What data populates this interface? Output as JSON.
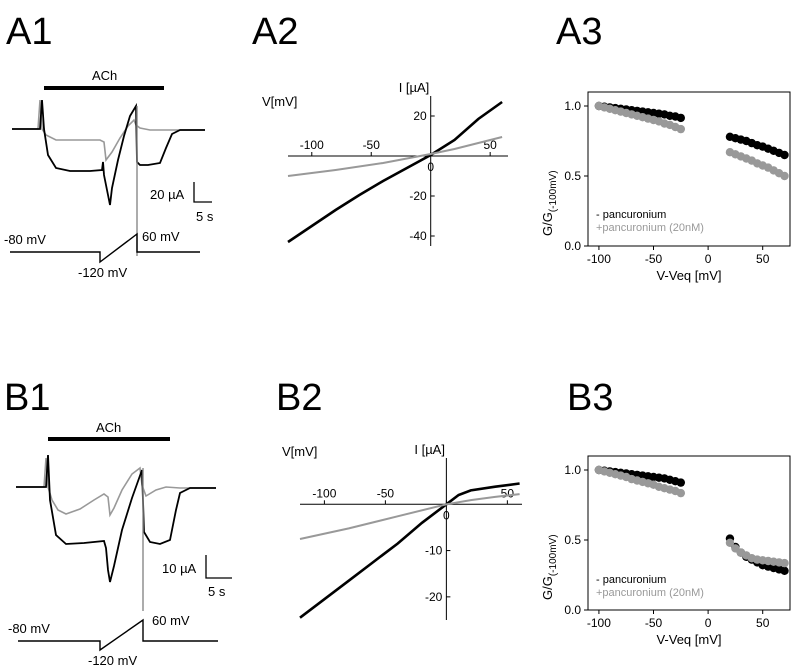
{
  "panels": {
    "A1": "A1",
    "A2": "A2",
    "A3": "A3",
    "B1": "B1",
    "B2": "B2",
    "B3": "B3"
  },
  "traces": {
    "drug_label": "ACh",
    "A": {
      "scale_current": "20 µA",
      "scale_time": "5 s"
    },
    "B": {
      "scale_current": "10 µA",
      "scale_time": "5 s"
    },
    "protocol": {
      "hold": "-80 mV",
      "low": "-120 mV",
      "high": "60 mV"
    }
  },
  "colors": {
    "control": "#000000",
    "pancuronium": "#999999"
  },
  "chart_data": [
    {
      "panel": "A2",
      "type": "line",
      "xlabel": "V[mV]",
      "ylabel": "I [µA]",
      "xlim": [
        -120,
        65
      ],
      "ylim": [
        -45,
        30
      ],
      "xticks": [
        -100,
        -50,
        0,
        50
      ],
      "yticks": [
        -40,
        -20,
        20
      ],
      "tick_labels": {
        "x": [
          "-100",
          "-50",
          "0",
          "50"
        ],
        "y": [
          "-40",
          "-20",
          "20"
        ]
      },
      "series": [
        {
          "color": "#000000",
          "x": [
            -120,
            -100,
            -80,
            -60,
            -40,
            -20,
            0,
            20,
            40,
            60
          ],
          "y": [
            -43,
            -35,
            -27,
            -19.5,
            -12.5,
            -6,
            0.5,
            8,
            18.5,
            27
          ]
        },
        {
          "color": "#999999",
          "x": [
            -120,
            -80,
            -40,
            0,
            20,
            40,
            60
          ],
          "y": [
            -10,
            -7,
            -3.5,
            1,
            3.5,
            6.5,
            9.5
          ]
        }
      ]
    },
    {
      "panel": "A3",
      "type": "scatter",
      "xlabel": "V-Veq [mV]",
      "ylabel_main": "G/G",
      "ylabel_sub": "(-100mV)",
      "xlim": [
        -110,
        75
      ],
      "ylim": [
        0,
        1.1
      ],
      "xticks": [
        -100,
        -50,
        0,
        50
      ],
      "yticks": [
        0.0,
        0.5,
        1.0
      ],
      "tick_labels": {
        "x": [
          "-100",
          "-50",
          "0",
          "50"
        ],
        "y": [
          "0.0",
          "0.5",
          "1.0"
        ]
      },
      "legend": [
        "- pancuronium",
        "+pancuronium (20nM)"
      ],
      "series": [
        {
          "name": "- pancuronium",
          "color": "#000000",
          "x": [
            -100,
            -95,
            -90,
            -85,
            -80,
            -75,
            -70,
            -65,
            -60,
            -55,
            -50,
            -45,
            -40,
            -35,
            -30,
            -25,
            20,
            25,
            30,
            35,
            40,
            45,
            50,
            55,
            60,
            65,
            70
          ],
          "y": [
            1.0,
            0.995,
            0.99,
            0.985,
            0.98,
            0.975,
            0.97,
            0.965,
            0.96,
            0.955,
            0.95,
            0.945,
            0.94,
            0.93,
            0.925,
            0.915,
            0.78,
            0.77,
            0.76,
            0.75,
            0.735,
            0.72,
            0.71,
            0.695,
            0.68,
            0.665,
            0.65
          ]
        },
        {
          "name": "+pancuronium (20nM)",
          "color": "#999999",
          "x": [
            -100,
            -95,
            -90,
            -85,
            -80,
            -75,
            -70,
            -65,
            -60,
            -55,
            -50,
            -45,
            -40,
            -35,
            -30,
            -25,
            20,
            25,
            30,
            35,
            40,
            45,
            50,
            55,
            60,
            65,
            70
          ],
          "y": [
            1.0,
            0.99,
            0.98,
            0.97,
            0.96,
            0.95,
            0.94,
            0.93,
            0.92,
            0.91,
            0.9,
            0.89,
            0.875,
            0.865,
            0.85,
            0.835,
            0.67,
            0.655,
            0.64,
            0.625,
            0.61,
            0.59,
            0.575,
            0.56,
            0.54,
            0.52,
            0.5
          ]
        }
      ]
    },
    {
      "panel": "B2",
      "type": "line",
      "xlabel": "V[mV]",
      "ylabel": "I [µA]",
      "xlim": [
        -120,
        62
      ],
      "ylim": [
        -25,
        10
      ],
      "xticks": [
        -100,
        -50,
        0,
        50
      ],
      "yticks": [
        -20,
        -10
      ],
      "tick_labels": {
        "x": [
          "-100",
          "-50",
          "0",
          "50"
        ],
        "y": [
          "-20",
          "-10"
        ]
      },
      "series": [
        {
          "color": "#000000",
          "x": [
            -120,
            -100,
            -80,
            -60,
            -40,
            -20,
            0,
            10,
            20,
            40,
            60
          ],
          "y": [
            -24.5,
            -20.5,
            -16.5,
            -12.5,
            -8.5,
            -4,
            0,
            2,
            3,
            3.8,
            4.5
          ]
        },
        {
          "color": "#999999",
          "x": [
            -120,
            -80,
            -40,
            0,
            20,
            40,
            60
          ],
          "y": [
            -7.5,
            -5.2,
            -2.6,
            0,
            0.9,
            1.6,
            2.2
          ]
        }
      ]
    },
    {
      "panel": "B3",
      "type": "scatter",
      "xlabel": "V-Veq [mV]",
      "ylabel_main": "G/G",
      "ylabel_sub": "(-100mV)",
      "xlim": [
        -110,
        75
      ],
      "ylim": [
        0,
        1.1
      ],
      "xticks": [
        -100,
        -50,
        0,
        50
      ],
      "yticks": [
        0.0,
        0.5,
        1.0
      ],
      "tick_labels": {
        "x": [
          "-100",
          "-50",
          "0",
          "50"
        ],
        "y": [
          "0.0",
          "0.5",
          "1.0"
        ]
      },
      "legend": [
        "- pancuronium",
        "+pancuronium (20nM)"
      ],
      "series": [
        {
          "name": "- pancuronium",
          "color": "#000000",
          "x": [
            -100,
            -95,
            -90,
            -85,
            -80,
            -75,
            -70,
            -65,
            -60,
            -55,
            -50,
            -45,
            -40,
            -35,
            -30,
            -25,
            20,
            25,
            30,
            35,
            40,
            45,
            50,
            55,
            60,
            65,
            70
          ],
          "y": [
            1.0,
            0.995,
            0.99,
            0.985,
            0.98,
            0.975,
            0.97,
            0.965,
            0.96,
            0.955,
            0.95,
            0.945,
            0.94,
            0.93,
            0.92,
            0.91,
            0.51,
            0.45,
            0.41,
            0.38,
            0.36,
            0.34,
            0.32,
            0.31,
            0.3,
            0.29,
            0.28
          ]
        },
        {
          "name": "+pancuronium (20nM)",
          "color": "#999999",
          "x": [
            -100,
            -95,
            -90,
            -85,
            -80,
            -75,
            -70,
            -65,
            -60,
            -55,
            -50,
            -45,
            -40,
            -35,
            -30,
            -25,
            20,
            25,
            30,
            35,
            40,
            45,
            50,
            55,
            60,
            65,
            70
          ],
          "y": [
            1.0,
            0.99,
            0.98,
            0.97,
            0.96,
            0.95,
            0.935,
            0.925,
            0.915,
            0.905,
            0.895,
            0.88,
            0.87,
            0.86,
            0.85,
            0.835,
            0.48,
            0.44,
            0.41,
            0.39,
            0.37,
            0.36,
            0.355,
            0.35,
            0.345,
            0.34,
            0.335
          ]
        }
      ]
    }
  ]
}
